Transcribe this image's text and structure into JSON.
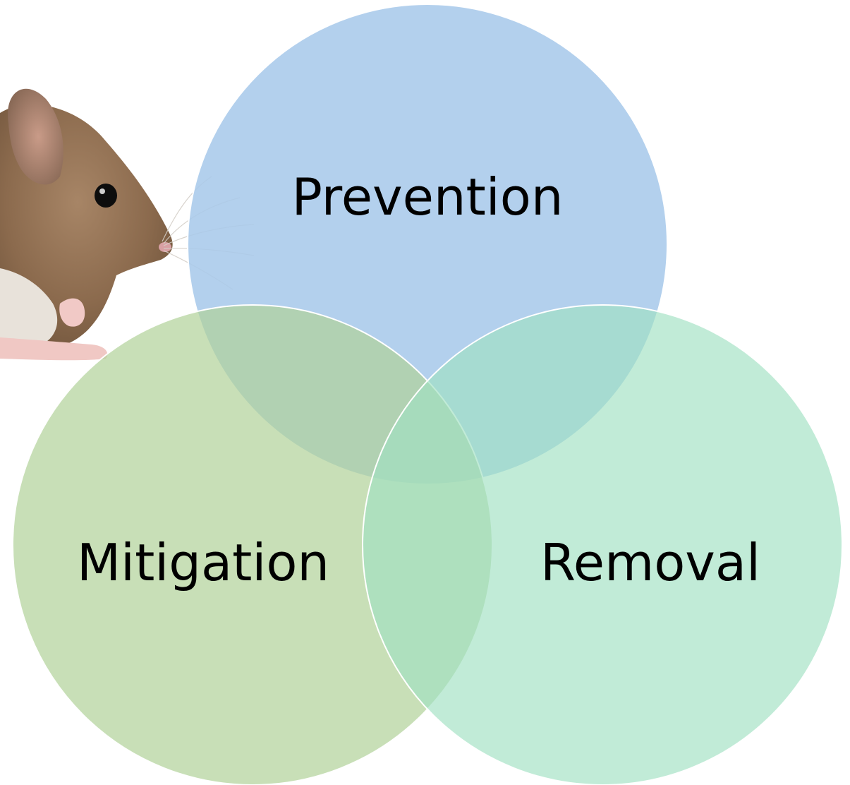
{
  "diagram": {
    "type": "venn",
    "sets": [
      {
        "label": "Prevention",
        "color": "#a9c9ea"
      },
      {
        "label": "Mitigation",
        "color": "#b0d299"
      },
      {
        "label": "Removal",
        "color": "#9fe0c2"
      }
    ],
    "outline_color": "#ffffff",
    "illustration": "mouse"
  }
}
